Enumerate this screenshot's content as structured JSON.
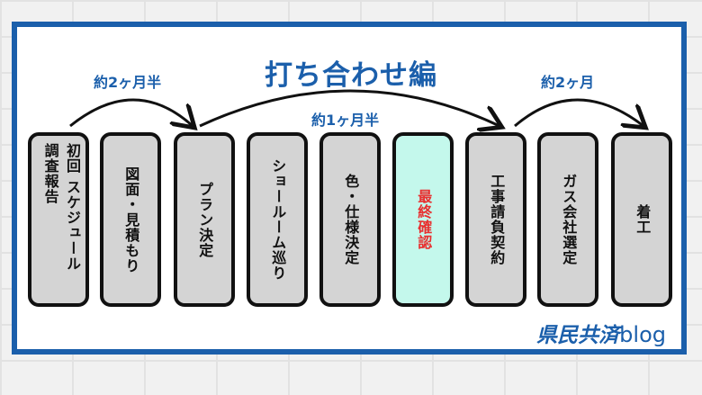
{
  "title": "打ち合わせ編",
  "spans": [
    {
      "label": "約2ヶ月半"
    },
    {
      "label": "約1ヶ月半"
    },
    {
      "label": "約2ヶ月"
    }
  ],
  "steps": [
    {
      "lines": [
        "初回 スケジュール",
        "調査報告"
      ]
    },
    {
      "lines": [
        "図面・見積もり"
      ]
    },
    {
      "lines": [
        "プラン決定"
      ]
    },
    {
      "lines": [
        "ショールーム巡り"
      ]
    },
    {
      "lines": [
        "色・仕様決定"
      ]
    },
    {
      "lines": [
        "最終確認"
      ],
      "highlight": true
    },
    {
      "lines": [
        "工事請負契約"
      ]
    },
    {
      "lines": [
        "ガス会社選定"
      ]
    },
    {
      "lines": [
        "着工"
      ]
    }
  ],
  "logo": {
    "main": "県民共済",
    "suffix": "blog"
  },
  "colors": {
    "brand": "#1b5fab",
    "highlight_fill": "#c4f8ec",
    "highlight_text": "#e83030",
    "box_fill": "#d4d4d4"
  }
}
